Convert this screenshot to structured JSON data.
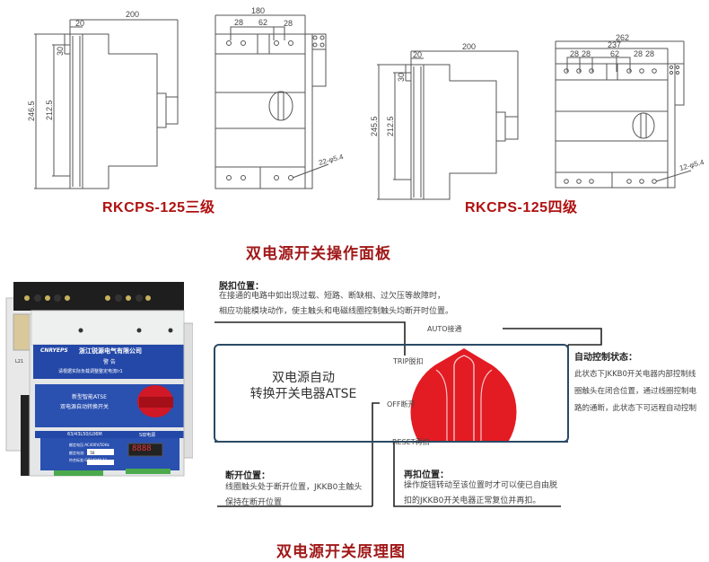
{
  "drawings": {
    "three_pole": {
      "title": "RKCPS-125三级",
      "side_view": {
        "dim_depth": "200",
        "dim_rail": "20",
        "dim_offset": "30",
        "dim_height_total": "246.5",
        "dim_height_inner": "212.5"
      },
      "front_view": {
        "dim_width": "180",
        "dim_pitch_left": "28",
        "dim_center": "62",
        "dim_pitch_right": "28",
        "hole_spec": "22-φ5.4"
      }
    },
    "four_pole": {
      "title": "RKCPS-125四级",
      "side_view": {
        "dim_depth": "200",
        "dim_rail": "20",
        "dim_offset": "30",
        "dim_height_total": "245.5",
        "dim_height_inner": "212.5"
      },
      "front_view": {
        "dim_width_total": "262",
        "dim_width_body": "237",
        "dim_pitch_1": "28",
        "dim_pitch_2": "28",
        "dim_center": "62",
        "dim_pitch_3": "28",
        "dim_pitch_4": "28",
        "hole_spec": "12-φ5.4"
      }
    }
  },
  "section_titles": {
    "operation_panel": "双电源开关操作面板",
    "principle_diagram": "双电源开关原理图"
  },
  "product_photo": {
    "brand": "CNRYEPS",
    "company": "浙江锐源电气有限公司",
    "warning": "警 告",
    "warning_text": "请根据实际负载调整整定电流Ir1",
    "product_line1": "新型智能ATSE",
    "product_line2": "双电源自动转换开关",
    "model": "63/43L50/L06M",
    "label_right": "S双电源",
    "rated_voltage_label": "额定电压:",
    "rated_voltage": "AC400V/50Hz",
    "rated_current_label": "额定电流:",
    "rated_current": "50",
    "standard_label": "符合标准:",
    "standard": "GB14048.11",
    "side_label": "L21",
    "display": "8888",
    "colors": {
      "panel_blue": "#2448a8",
      "knob_red": "#d01826"
    }
  },
  "operation_diagram": {
    "panel_caption_line1": "双电源自动",
    "panel_caption_line2": "转换开关电器ATSE",
    "positions": {
      "auto": "AUTO接通",
      "trip": "TRIP脱扣",
      "off": "OFF断开",
      "reset": "RESET再扣"
    },
    "notes": {
      "trip": {
        "title": "脱扣位置：",
        "lines": [
          "在接通的电路中如出现过载、短路、断缺相、过欠压等故障时，",
          "相应功能模块动作，使主触头和电磁线圈控制触头均断开时位置。"
        ]
      },
      "auto": {
        "title": "自动控制状态：",
        "lines": [
          "此状态下JKKB0开关电器内部控制线",
          "圈触头在闭合位置，通过线圈控制电",
          "路的通断，此状态下可远程自动控制"
        ]
      },
      "off": {
        "title": "断开位置：",
        "lines": [
          "线圈触头处于断开位置，JKKB0主触头",
          "保持在断开位置"
        ]
      },
      "reset": {
        "title": "再扣位置：",
        "lines": [
          "操作旋钮转动至该位置时才可以使已自由脱",
          "扣的JKKB0开关电器正常复位并再扣。"
        ]
      }
    },
    "colors": {
      "knob": "#e31b23",
      "frame": "#2a4a66"
    }
  }
}
